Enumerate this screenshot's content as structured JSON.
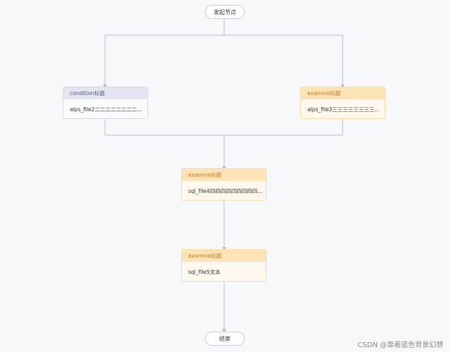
{
  "start_label": "发起节点",
  "end_label": "结束",
  "nodes": {
    "cond": {
      "header": "condition标题",
      "content": "alps_file2二二二二二二二二..."
    },
    "ex3": {
      "header": "examine标题",
      "content": "alps_file3三三三三三三三三..."
    },
    "ex4": {
      "header": "examine标题",
      "content": "sql_file4四四四四四四四四四..."
    },
    "ex5": {
      "header": "examine标题",
      "content": "sql_file5文本"
    }
  },
  "watermark": "CSDN @靠着蓝色背景幻想",
  "colors": {
    "edge": "#b7bcd6",
    "condition_header": "#e4e5f3",
    "examine_header": "#fde3b6",
    "examine_header_text": "#c97b12"
  }
}
